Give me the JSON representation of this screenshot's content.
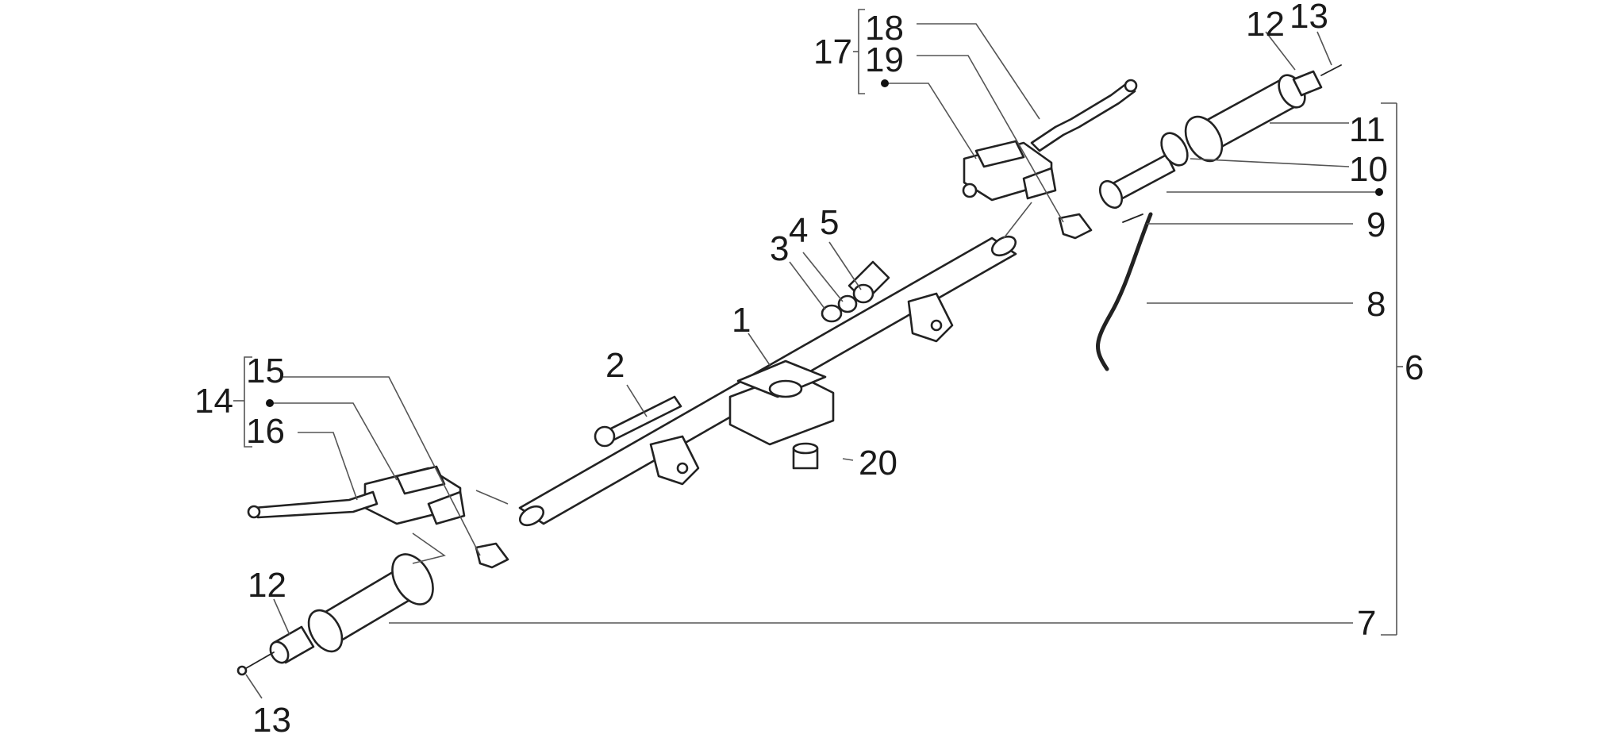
{
  "diagram": {
    "callouts": {
      "c1": "1",
      "c2": "2",
      "c3": "3",
      "c4": "4",
      "c5": "5",
      "c6": "6",
      "c7": "7",
      "c8": "8",
      "c9": "9",
      "c10": "10",
      "c11": "11",
      "c12_top": "12",
      "c13_top": "13",
      "c12_bottom": "12",
      "c13_bottom": "13",
      "c14": "14",
      "c15": "15",
      "c16": "16",
      "c17": "17",
      "c18": "18",
      "c19": "19",
      "c20": "20"
    }
  }
}
